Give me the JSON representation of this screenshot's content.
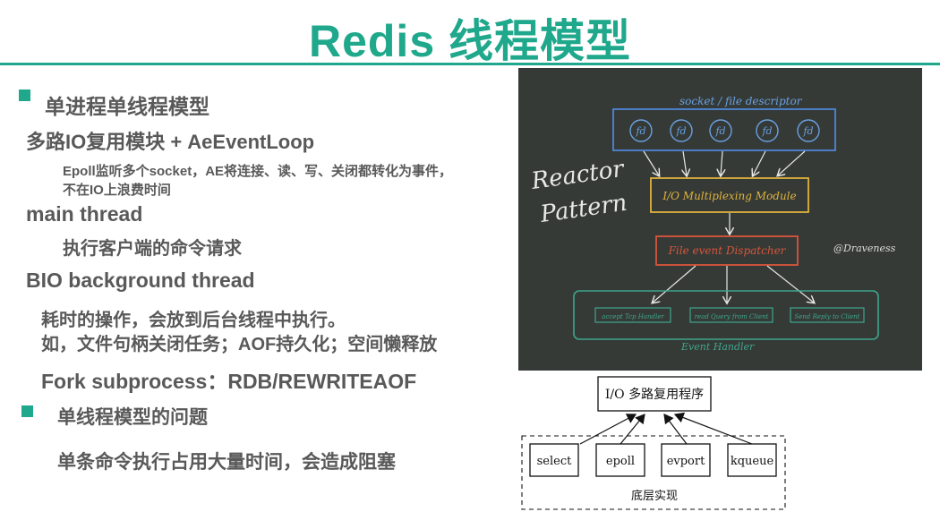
{
  "title": "Redis 线程模型",
  "left": {
    "section1": "单进程单线程模型",
    "multiplex": "多路IO复用模块 + AeEventLoop",
    "epoll_line1": "Epoll监听多个socket，AE将连接、读、写、关闭都转化为事件，",
    "epoll_line2": "不在IO上浪费时间",
    "main_thread": "main thread",
    "main_desc": "执行客户端的命令请求",
    "bio": "BIO background thread",
    "bio_line1": "耗时的操作，会放到后台线程中执行。",
    "bio_line2": "如，文件句柄关闭任务；AOF持久化；空间懒释放",
    "fork": "Fork subprocess：RDB/REWRITEAOF",
    "section2": "单线程模型的问题",
    "problem": "单条命令执行占用大量时间，会造成阻塞"
  },
  "chalk": {
    "socket_label": "socket / file descriptor",
    "fd": [
      "fd",
      "fd",
      "fd",
      "fd",
      "fd"
    ],
    "reactor_line1": "Reactor",
    "reactor_line2": "Pattern",
    "mux": "I/O Multiplexing Module",
    "dispatcher": "File event Dispatcher",
    "handle": "@Draveness",
    "handlers": [
      "accept Tcp Handler",
      "read Query from Client",
      "Send Reply to Client"
    ],
    "event_handler": "Event Handler"
  },
  "diagram": {
    "top": "I/O 多路复用程序",
    "impls": [
      "select",
      "epoll",
      "evport",
      "kqueue"
    ],
    "bottom": "底层实现"
  }
}
